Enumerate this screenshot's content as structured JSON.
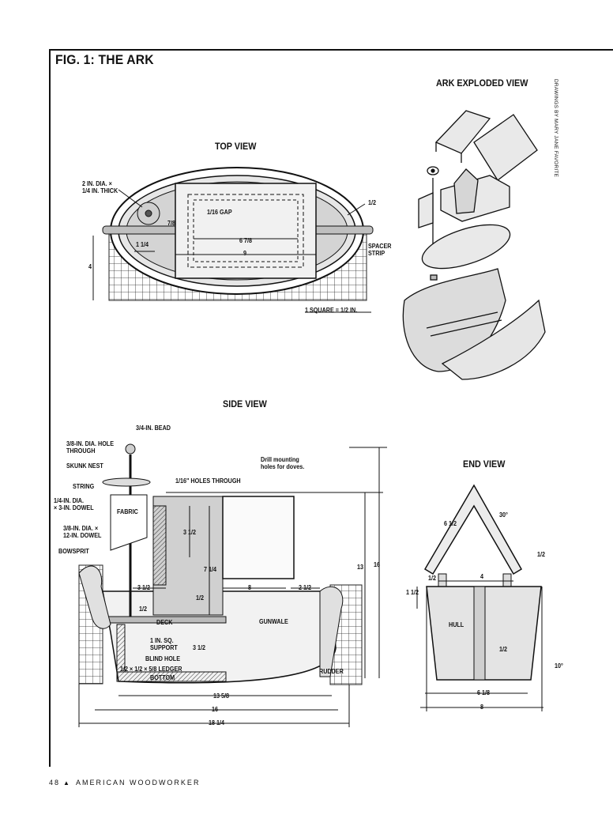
{
  "figure_title": "FIG. 1: THE ARK",
  "views": {
    "top": "TOP VIEW",
    "exploded": "ARK EXPLODED VIEW",
    "side": "SIDE VIEW",
    "end": "END VIEW"
  },
  "credit": "DRAWINGS BY MARY JANE FAVORITE",
  "top_view_labels": {
    "disk": "2 IN. DIA. ×\n1/4 IN. THICK",
    "gap": "1/16 GAP",
    "dim_7_8": "7/8",
    "dim_half": "1/2",
    "dim_1_1_4": "1 1/4",
    "dim_6_7_8": "6 7/8",
    "dim_9": "9",
    "dim_4": "4",
    "spacer": "SPACER\nSTRIP",
    "scale": "1 SQUARE = 1/2 IN."
  },
  "side_view_labels": {
    "bead": "3/4-IN. BEAD",
    "hole": "3/8-IN. DIA. HOLE\nTHROUGH",
    "skunk": "SKUNK NEST",
    "string": "STRING",
    "holes": "1/16\" HOLES THROUGH",
    "drill": "Drill mounting\nholes for doves.",
    "dowel_short": "1/4-IN. DIA.\n× 3-IN. DOWEL",
    "fabric": "FABRIC",
    "dowel_long": "3/8-IN. DIA. ×\n12-IN. DOWEL",
    "bowsprit": "BOWSPRIT",
    "d3_5a": "3 1/2",
    "d7_25": "7 1/4",
    "d13": "13",
    "d16": "16",
    "d3_5b": "3 1/2",
    "d8": "8",
    "d2_5": "2 1/2",
    "d_half": "1/2",
    "d_half2": "1/2",
    "deck": "DECK",
    "gunwale": "GUNWALE",
    "support": "1 IN. SQ.\nSUPPORT",
    "d3_5c": "3 1/2",
    "blind": "BLIND HOLE",
    "ledger": "1/2 × 1/2 × 5/8 LEDGER",
    "bottom": "BOTTOM",
    "rudder": "RUDDER",
    "d13_5_8": "13 5/8",
    "d16b": "16",
    "d18_1_4": "18 1/4"
  },
  "end_view_labels": {
    "d6_5": "6 1/2",
    "d30": "30°",
    "d_half_r": "1/2",
    "d_half_l": "1/2",
    "d4": "4",
    "d1_5": "1 1/2",
    "hull": "HULL",
    "d_half_c": "1/2",
    "d10": "10°",
    "d6_1_8": "6 1/8",
    "d8": "8"
  },
  "footer": {
    "page": "48",
    "magazine": "AMERICAN WOODWORKER"
  }
}
